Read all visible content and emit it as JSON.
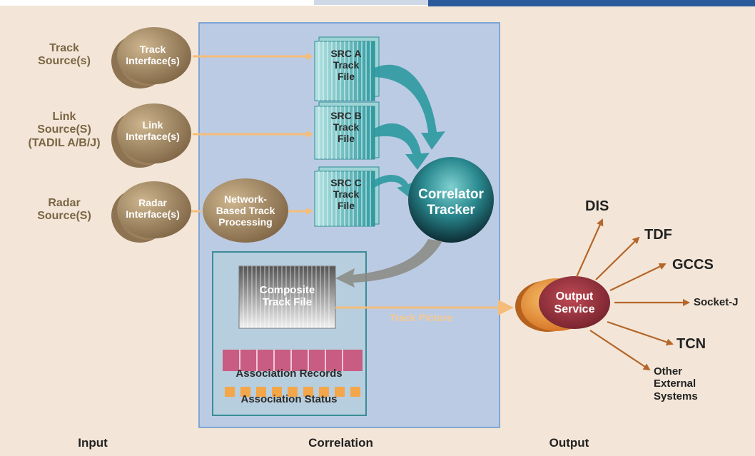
{
  "colors": {
    "background": "#f3e6d8",
    "correlation_panel": "#bccbe4",
    "composite_panel": "#b7cede",
    "interface_ellipse": "#a88c63",
    "arrow_orange": "#f4c484",
    "track_file_teal": "#4aa5a8",
    "output_service": "#a33b43",
    "output_arrows": "#b5662a",
    "association_records": "#c85c82",
    "association_status": "#f3a64a",
    "header_blue": "#2a5a9c"
  },
  "inputs": {
    "track_source": "Track\nSource(s)",
    "link_source": "Link\nSource(S)\n(TADIL A/B/J)",
    "radar_source": "Radar\nSource(S)"
  },
  "interfaces": {
    "track": "Track\nInterface(s)",
    "link": "Link\nInterface(s)",
    "radar": "Radar\nInterface(s)",
    "network": "Network-\nBased Track\nProcessing"
  },
  "track_files": {
    "a": "SRC A\nTrack\nFile",
    "b": "SRC B\nTrack\nFile",
    "c": "SRC C\nTrack\nFile"
  },
  "correlator": "Correlator\nTracker",
  "composite": {
    "title": "Composite\nTrack File",
    "records": "Association Records",
    "status": "Association Status"
  },
  "track_picture": "Track Picture",
  "output_service": "Output\nService",
  "outputs": {
    "dis": "DIS",
    "tdf": "TDF",
    "gccs": "GCCS",
    "socketj": "Socket-J",
    "tcn": "TCN",
    "other": "Other\nExternal\nSystems"
  },
  "columns": {
    "input": "Input",
    "correlation": "Correlation",
    "output": "Output"
  }
}
